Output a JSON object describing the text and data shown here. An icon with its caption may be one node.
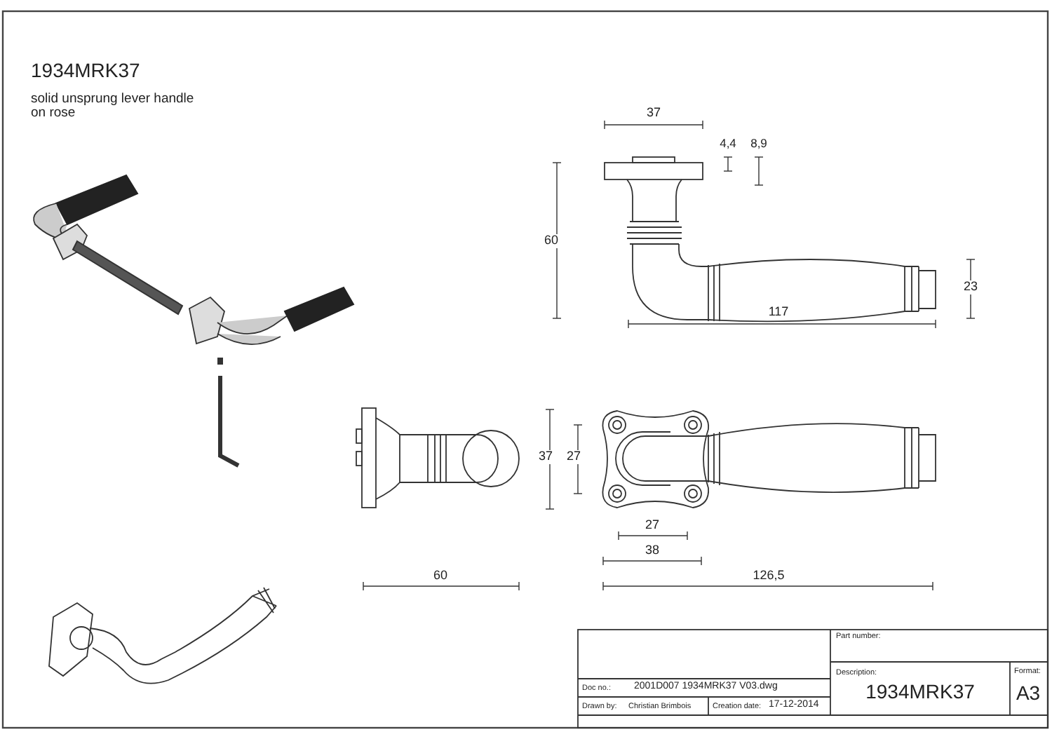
{
  "diagram": {
    "title": "1934MRK37",
    "labels": [
      "solid unsprung lever handle on rose",
      "37",
      "4,4",
      "8,9",
      "60",
      "23",
      "117",
      "37",
      "27",
      "27",
      "38",
      "60",
      "126,5",
      "Part number:",
      "Description:",
      "Format:",
      "Doc no.:",
      "2001D007 1934MRK37 V03.dwg",
      "1934MRK37",
      "A3",
      "Drawn by:",
      "Christian Brimbois",
      "Creation date:",
      "17-12-2014"
    ]
  }
}
